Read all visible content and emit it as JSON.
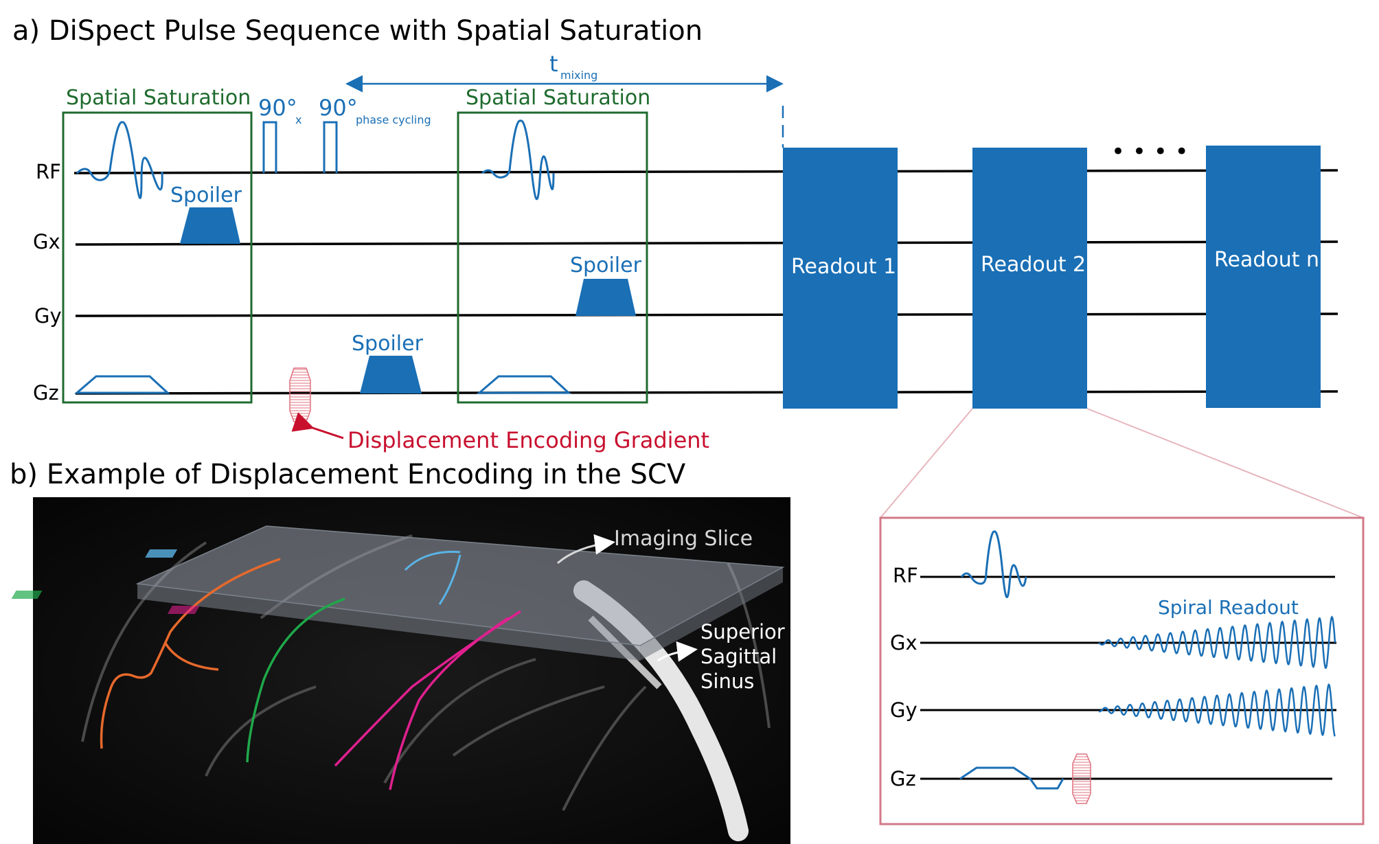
{
  "panel_a": {
    "title": "a) DiSpect Pulse Sequence with Spatial Saturation",
    "axes": [
      "RF",
      "Gx",
      "Gy",
      "Gz"
    ],
    "spatial_saturation_label": "Spatial Saturation",
    "pulse_90x": "90°",
    "pulse_90x_sub": "x",
    "pulse_90pc": "90°",
    "pulse_90pc_sub": "phase cycling",
    "t_mixing": "t",
    "t_mixing_sub": "mixing",
    "spoiler_label": "Spoiler",
    "readouts": [
      "Readout 1",
      "Readout 2",
      "Readout n"
    ],
    "dots": "• • • •",
    "displacement_label": "Displacement Encoding Gradient"
  },
  "panel_b": {
    "title": "b) Example of Displacement Encoding in the SCV",
    "imaging_slice": "Imaging Slice",
    "sinus_label": [
      "Superior",
      "Sagittal",
      "Sinus"
    ]
  },
  "inset": {
    "axes": [
      "RF",
      "Gx",
      "Gy",
      "Gz"
    ],
    "spiral_label": "Spiral Readout"
  },
  "colors": {
    "blue": "#1a6fb5",
    "green": "#1f6b2e",
    "red": "#c8102e",
    "pink": "#d27a88"
  }
}
